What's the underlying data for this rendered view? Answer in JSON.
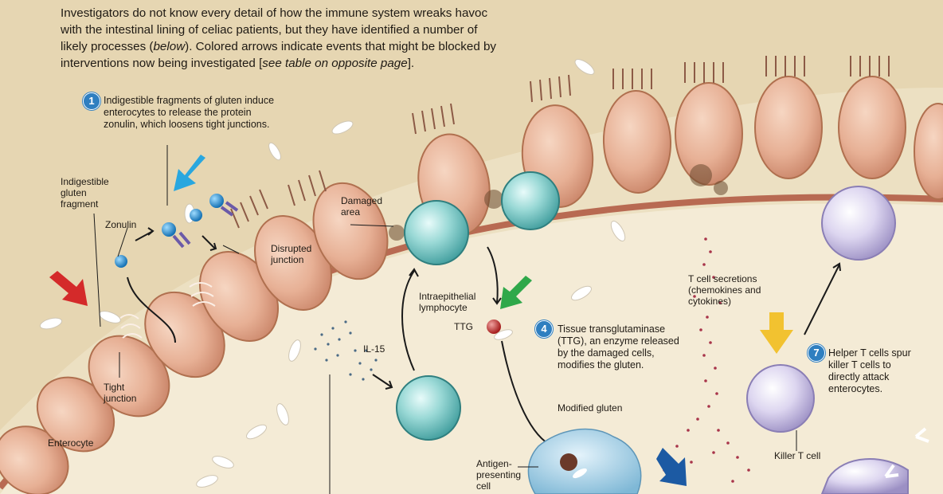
{
  "intro": {
    "text_a": "Investigators do not know every detail of how the immune system wreaks havoc with the intestinal lining of celiac patients, but they have identified a number of likely processes (",
    "text_b": "below",
    "text_c": "). Colored arrows indicate events that might be blocked by interventions now being investigated [",
    "text_d": "see table on opposite page",
    "text_e": "]."
  },
  "steps": [
    {
      "number": "1",
      "text": "Indigestible fragments of gluten induce enterocytes to release the protein zonulin, which loosens tight junctions."
    },
    {
      "number": "4",
      "text": "Tissue transglutaminase (TTG), an enzyme released by the damaged cells, modifies the gluten."
    },
    {
      "number": "7",
      "text": "Helper T cells spur killer T cells to directly attack enterocytes."
    }
  ],
  "labels": {
    "gluten_fragment": "Indigestible gluten fragment",
    "zonulin": "Zonulin",
    "tight_junction": "Tight junction",
    "enterocyte": "Enterocyte",
    "damaged_area": "Damaged area",
    "disrupted_junction": "Disrupted junction",
    "intraepithelial_lymphocyte": "Intraepithelial lymphocyte",
    "il15": "IL-15",
    "ttg": "TTG",
    "t_cell_secretions": "T cell secretions (chemokines and cytokines)",
    "modified_gluten": "Modified gluten",
    "antigen_presenting_cell": "Antigen-presenting cell",
    "killer_t_cell": "Killer T cell"
  },
  "arrow_colors": {
    "red": "#d42a2a",
    "light_blue": "#29a7df",
    "green": "#2fa84a",
    "yellow": "#f2c230",
    "dark_blue": "#1c5aa3"
  },
  "palette": {
    "background": "#ece0c2",
    "lamina": "#f4ebd6",
    "basement_membrane": "#b86a52",
    "enterocyte": "#e8b398",
    "lymphocyte": "#8fd3d1",
    "t_cell": "#d9d2ee",
    "badge": "#2f7fc0"
  }
}
